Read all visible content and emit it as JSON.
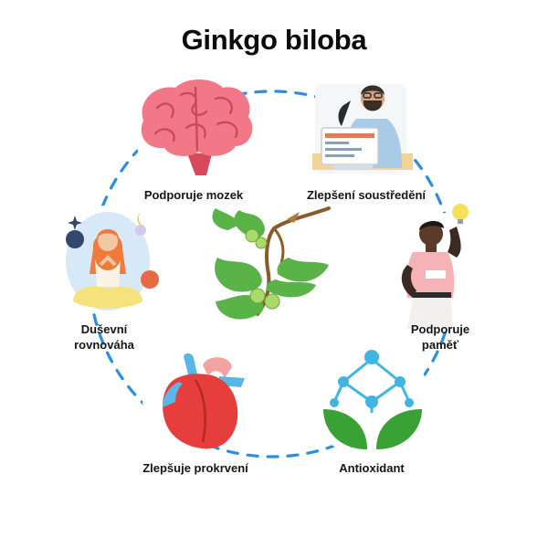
{
  "title": "Ginkgo biloba",
  "benefits": [
    {
      "id": "brain",
      "label": "Podporuje mozek",
      "icon": "brain-icon"
    },
    {
      "id": "focus",
      "label": "Zlepšení soustředění",
      "icon": "man-at-computer-icon"
    },
    {
      "id": "memory",
      "label": "Podporuje\npaměť",
      "icon": "man-with-lightbulb-icon"
    },
    {
      "id": "antioxidant",
      "label": "Antioxidant",
      "icon": "molecule-plant-icon"
    },
    {
      "id": "circulation",
      "label": "Zlepšuje prokrvení",
      "icon": "heart-icon"
    },
    {
      "id": "balance",
      "label": "Duševní\nrovnováha",
      "icon": "meditating-woman-icon"
    }
  ],
  "center": {
    "icon": "ginkgo-leaves-icon"
  },
  "colors": {
    "dashes": "#2b8ee0",
    "leaf": "#4fae3d",
    "heart": "#e63d3d",
    "brain": "#ee6f7e",
    "molecule": "#3fb8e0"
  }
}
